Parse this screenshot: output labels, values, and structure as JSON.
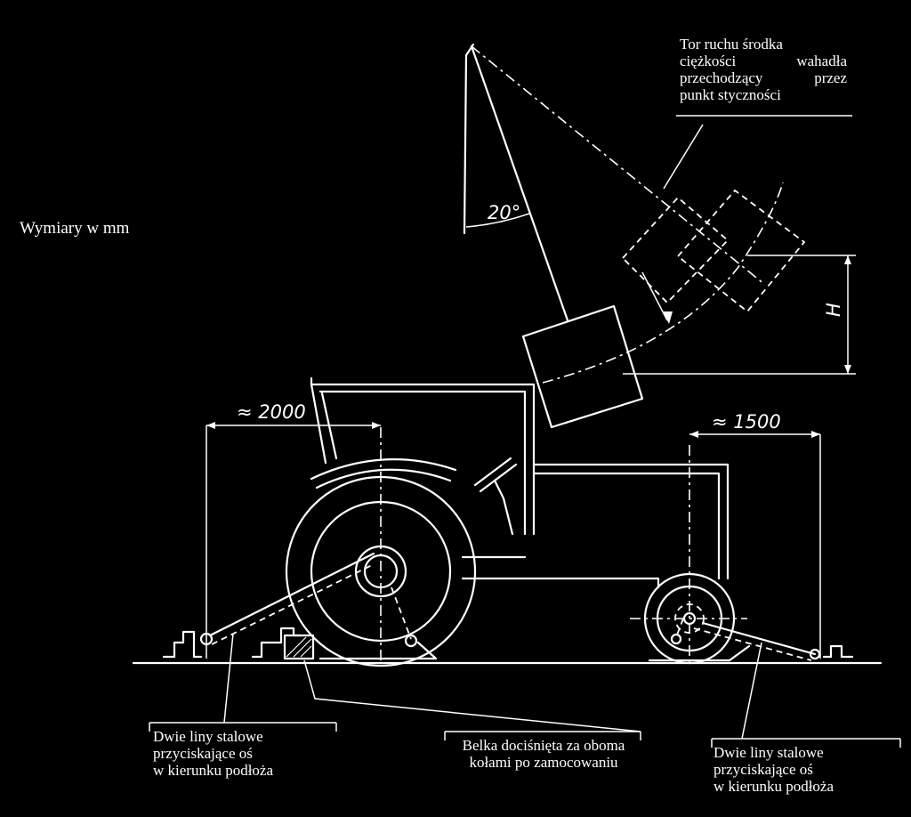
{
  "units_label": "Wymiary w mm",
  "callouts": {
    "trajectory": {
      "line1": "Tor ruchu środka",
      "line2_a": "ciężkości",
      "line2_b": "wahadła",
      "line3_a": "przechodzący",
      "line3_b": "przez",
      "line4": "punkt styczności"
    },
    "cables_left": [
      "Dwie liny stalowe",
      "przyciskające oś",
      "w kierunku podłoża"
    ],
    "beam": [
      "Belka dociśnięta za oboma",
      "kołami po zamocowaniu"
    ],
    "cables_right": [
      "Dwie liny stalowe",
      "przyciskające oś",
      "w kierunku podłoża"
    ]
  },
  "dimensions": {
    "angle": "20°",
    "height": "H",
    "front_distance": "≈ 2000",
    "rear_distance": "≈ 1500"
  }
}
